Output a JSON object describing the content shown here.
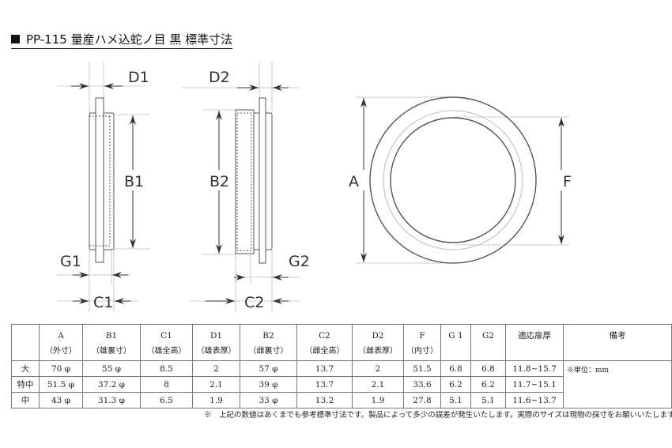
{
  "title": "PP-115 量産ハメ込蛇ノ目 黒 標準寸法",
  "drawing_labels": {
    "D1": "D1",
    "D2": "D2",
    "B1": "B1",
    "B2": "B2",
    "G1": "G1",
    "G2": "G2",
    "C1": "C1",
    "C2": "C2",
    "A": "A",
    "F": "F"
  },
  "table": {
    "headers": [
      {
        "label": "",
        "sub": ""
      },
      {
        "label": "A",
        "sub": "（外寸）"
      },
      {
        "label": "B1",
        "sub": "（雄裏寸）"
      },
      {
        "label": "C1",
        "sub": "（雄全高）"
      },
      {
        "label": "D1",
        "sub": "（雄表厚）"
      },
      {
        "label": "B2",
        "sub": "（雌裏寸）"
      },
      {
        "label": "C2",
        "sub": "（雌全高）"
      },
      {
        "label": "D2",
        "sub": "（雌表厚）"
      },
      {
        "label": "F",
        "sub": "（内寸）"
      },
      {
        "label": "G 1",
        "sub": ""
      },
      {
        "label": "G2",
        "sub": ""
      },
      {
        "label": "適応扉厚",
        "sub": ""
      },
      {
        "label": "備考",
        "sub": ""
      }
    ],
    "rows": [
      [
        "大",
        "70 φ",
        "55 φ",
        "8.5",
        "2",
        "57 φ",
        "13.7",
        "2",
        "51.5",
        "6.8",
        "6.8",
        "11.8~15.7"
      ],
      [
        "特中",
        "51.5 φ",
        "37.2 φ",
        "8",
        "2.1",
        "39 φ",
        "13.7",
        "2.1",
        "33.6",
        "6.2",
        "6.2",
        "11.7~15.1"
      ],
      [
        "中",
        "43 φ",
        "31.3 φ",
        "6.5",
        "1.9",
        "33 φ",
        "13.2",
        "1.9",
        "27.8",
        "5.1",
        "5.1",
        "11.6~13.7"
      ]
    ],
    "remark": "※単位：mm"
  },
  "footnote": "※　上記の数値はあくまでも参考標準寸法です。製品によって多少の誤差が発生いたします。実際のサイズは現物の採寸をお願いいたします。"
}
